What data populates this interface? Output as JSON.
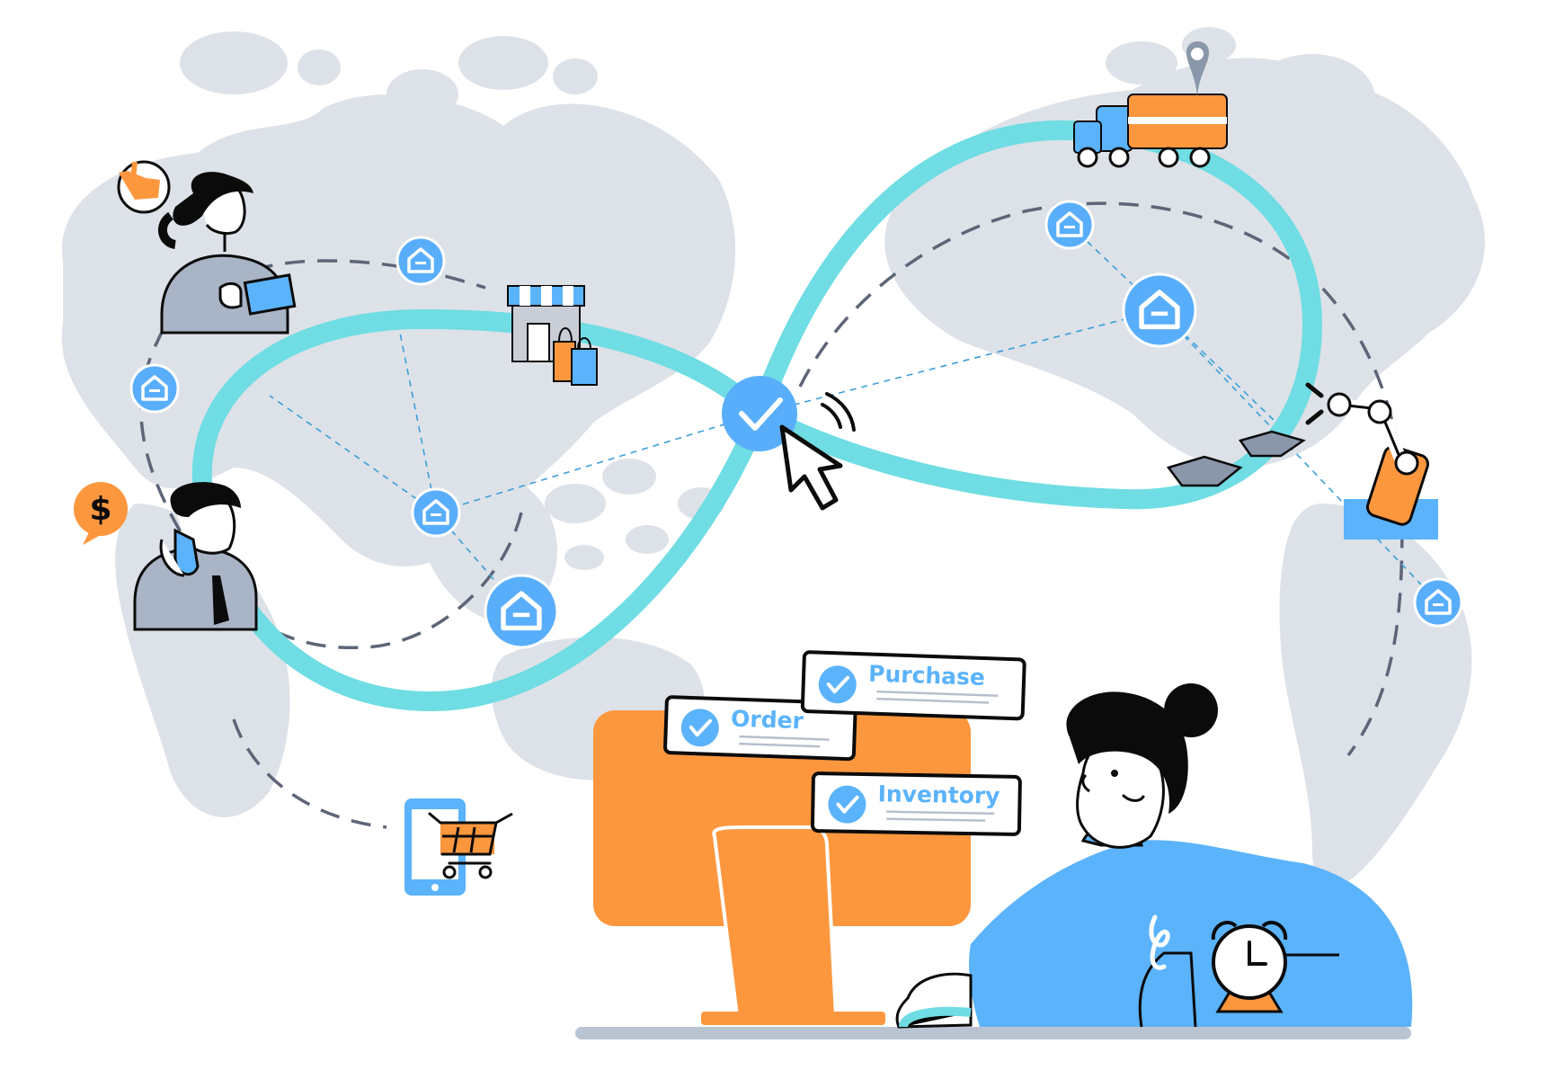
{
  "colors": {
    "background": "#ffffff",
    "map_land": "#dde2e8",
    "infinity_loop": "#6fdde3",
    "route_dash": "#5d6577",
    "route_link": "#3a9fd8",
    "warehouse_node": "#59aefc",
    "accent_orange": "#fd973e",
    "accent_blue": "#5bb3fb",
    "outline": "#0b0b0b",
    "label_text": "#5bb3fb",
    "desk": "#b9c4d3"
  },
  "cards": [
    {
      "label": "Order",
      "icon": "check-icon"
    },
    {
      "label": "Purchase",
      "icon": "check-icon"
    },
    {
      "label": "Inventory",
      "icon": "check-icon"
    }
  ],
  "icons": {
    "warehouse": "warehouse-icon",
    "center": "check-icon",
    "cursor": "cursor-icon",
    "store": "store-icon",
    "truck": "truck-icon",
    "location": "location-pin-icon",
    "robot_arm": "robot-arm-icon",
    "trays": "tray-icon",
    "phone_cart": "phone-cart-icon",
    "money": "dollar-bubble-icon",
    "thumbs": "thumbs-up-bubble-icon",
    "clock": "alarm-clock-icon",
    "logo": "brand-logo-icon"
  }
}
